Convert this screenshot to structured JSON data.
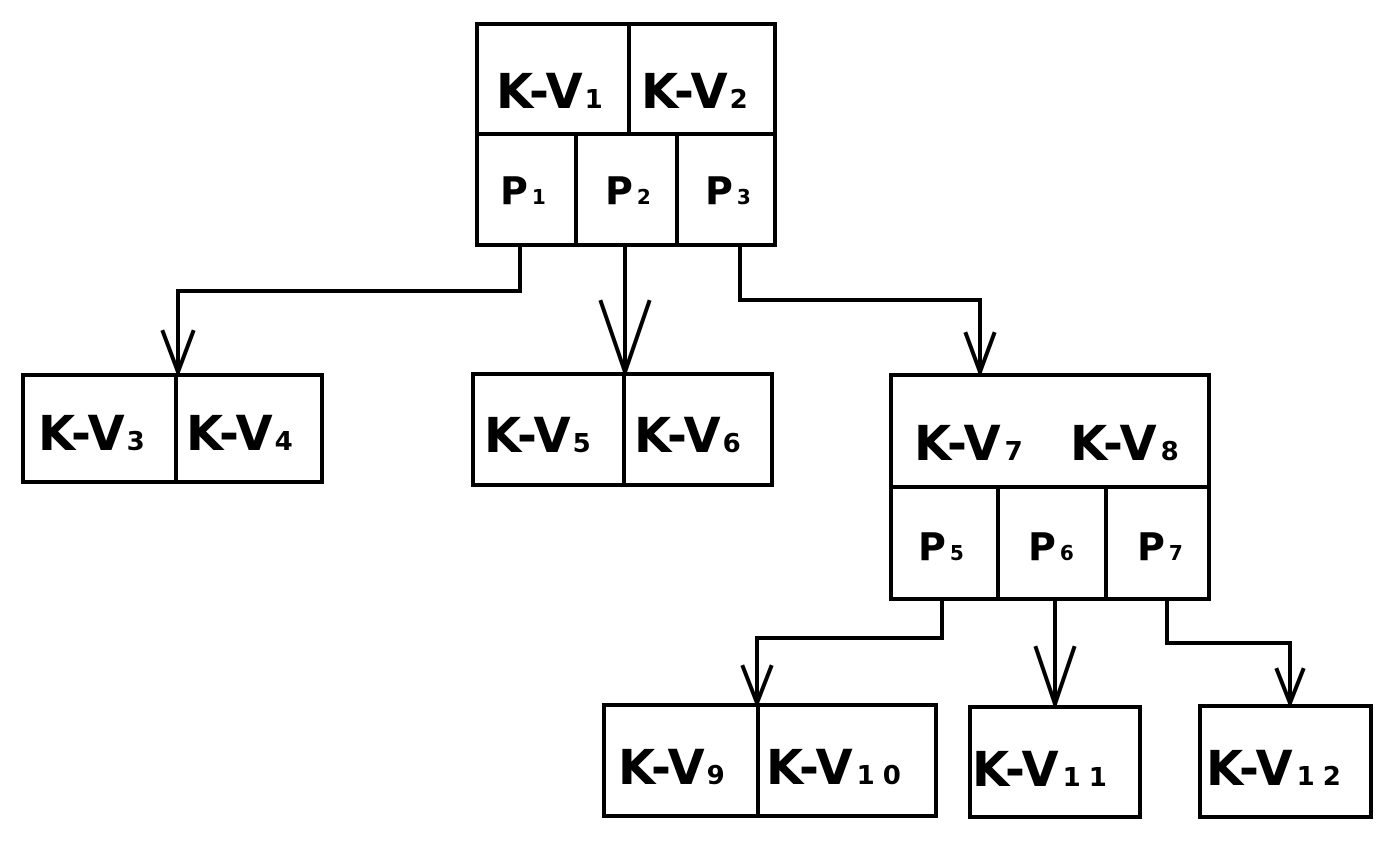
{
  "nodes": {
    "root": {
      "keys": [
        {
          "k": "K-V",
          "n": "1"
        },
        {
          "k": "K-V",
          "n": "2"
        }
      ],
      "pointers": [
        {
          "p": "P",
          "n": "1"
        },
        {
          "p": "P",
          "n": "2"
        },
        {
          "p": "P",
          "n": "3"
        }
      ]
    },
    "leaf_a": {
      "keys": [
        {
          "k": "K-V",
          "n": "3"
        },
        {
          "k": "K-V",
          "n": "4"
        }
      ]
    },
    "leaf_b": {
      "keys": [
        {
          "k": "K-V",
          "n": "5"
        },
        {
          "k": "K-V",
          "n": "6"
        }
      ]
    },
    "inner": {
      "keys": [
        {
          "k": "K-V",
          "n": "7"
        },
        {
          "k": "K-V",
          "n": "8"
        }
      ],
      "pointers": [
        {
          "p": "P",
          "n": "5"
        },
        {
          "p": "P",
          "n": "6"
        },
        {
          "p": "P",
          "n": "7"
        }
      ]
    },
    "leaf_c": {
      "keys": [
        {
          "k": "K-V",
          "n": "9"
        },
        {
          "k": "K-V",
          "n": "10"
        }
      ]
    },
    "leaf_d": {
      "keys": [
        {
          "k": "K-V",
          "n": "11"
        }
      ]
    },
    "leaf_e": {
      "keys": [
        {
          "k": "K-V",
          "n": "12"
        }
      ]
    }
  }
}
